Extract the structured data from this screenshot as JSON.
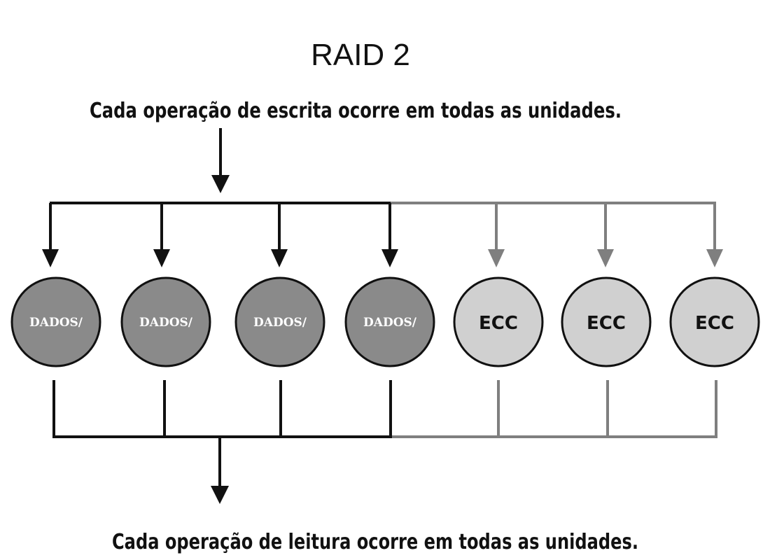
{
  "title": "RAID 2",
  "write_caption": "Cada operação de escrita ocorre em todas as unidades.",
  "read_caption": "Cada operação de leitura ocorre em todas as unidades.",
  "colors": {
    "data_disk": "#8a8a8a",
    "ecc_disk": "#d0d0d0",
    "data_line": "#111111",
    "ecc_line": "#7f7f7f"
  },
  "disks": [
    {
      "label": "DADOS/",
      "kind": "data"
    },
    {
      "label": "DADOS/",
      "kind": "data"
    },
    {
      "label": "DADOS/",
      "kind": "data"
    },
    {
      "label": "DADOS/",
      "kind": "data"
    },
    {
      "label": "ECC",
      "kind": "ecc"
    },
    {
      "label": "ECC",
      "kind": "ecc"
    },
    {
      "label": "ECC",
      "kind": "ecc"
    }
  ]
}
